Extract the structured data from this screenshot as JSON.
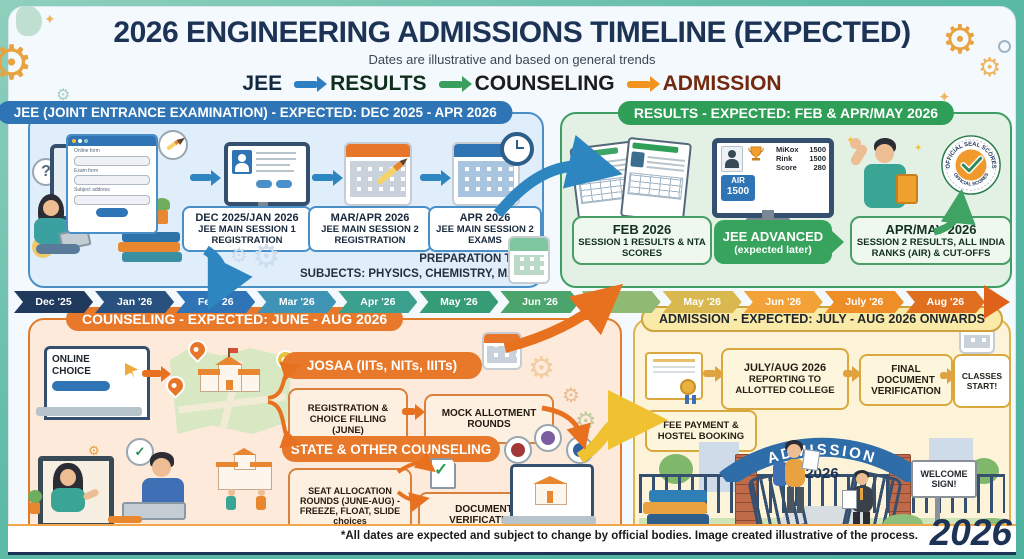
{
  "header": {
    "title": "2026 ENGINEERING ADMISSIONS TIMELINE (EXPECTED)",
    "subtitle": "Dates are illustrative and based on general trends",
    "flow": [
      {
        "label": "JEE",
        "color": "#13293f"
      },
      {
        "label": "RESULTS",
        "color": "#0f2e1c"
      },
      {
        "label": "COUNSELING",
        "color": "#1c1c1c"
      },
      {
        "label": "ADMISSION",
        "color": "#73290f"
      }
    ],
    "flow_arrow_colors": [
      "#2e7fc2",
      "#3a9e5f",
      "#f0941f"
    ]
  },
  "jee": {
    "banner": "JEE (JOINT ENTRANCE EXAMINATION) - EXPECTED: DEC 2025 - APR 2026",
    "form_fields": [
      "Online form",
      "Exam form",
      "Subject address"
    ],
    "steps": [
      {
        "date": "DEC 2025/JAN 2026",
        "label": "JEE MAIN SESSION 1 REGISTRATION"
      },
      {
        "date": "MAR/APR 2026",
        "label": "JEE MAIN SESSION 2 REGISTRATION"
      },
      {
        "date": "APR 2026",
        "label": "JEE MAIN SESSION 2 EXAMS"
      }
    ],
    "prep_title": "PREPARATION TIPS",
    "prep_subjects": "SUBJECTS: PHYSICS, CHEMISTRY, MATH",
    "accent": "#2f74b5"
  },
  "results": {
    "banner": "RESULTS - EXPECTED: FEB & APR/MAY 2026",
    "screen": {
      "air_label": "AIR",
      "air_value": "1500",
      "rows": [
        {
          "label": "MiKox",
          "value": "1500"
        },
        {
          "label": "Rink",
          "value": "1500"
        },
        {
          "label": "Score",
          "value": "280"
        }
      ]
    },
    "seal": {
      "top": "OFFICIAL SEAL SCORES",
      "bottom": "OFFICIAL SCORES"
    },
    "feb_box": {
      "date": "FEB 2026",
      "label": "SESSION 1 RESULTS & NTA SCORES"
    },
    "advanced_pill": {
      "title": "JEE ADVANCED",
      "sub": "(expected later)"
    },
    "apr_box": {
      "date": "APR/MAY 2026",
      "label": "SESSION 2 RESULTS, ALL INDIA RANKS (AIR) & CUT-OFFS"
    },
    "accent": "#2f9e57"
  },
  "timeline": {
    "segments": [
      {
        "label": "Dec '25",
        "color": "#1f3a5c"
      },
      {
        "label": "Jan '26",
        "color": "#28517f"
      },
      {
        "label": "Feb '26",
        "color": "#2e74b7"
      },
      {
        "label": "Mar '26",
        "color": "#3f93b5"
      },
      {
        "label": "Apr '26",
        "color": "#3ba08e"
      },
      {
        "label": "May '26",
        "color": "#369c76"
      },
      {
        "label": "Jun '26",
        "color": "#4aa46c"
      },
      {
        "label": "",
        "color": "#90ba73"
      },
      {
        "label": "May '26",
        "color": "#d9b94f"
      },
      {
        "label": "Jun '26",
        "color": "#f2a236"
      },
      {
        "label": "July '26",
        "color": "#ee8e27"
      },
      {
        "label": "Aug '26",
        "color": "#e0701f"
      }
    ]
  },
  "counseling": {
    "banner": "COUNSELING - EXPECTED: JUNE - AUG 2026",
    "online_choice": "ONLINE CHOICE",
    "josaa_pill": "JOSAA (IITs, NITs, IIITs)",
    "registration_box": "REGISTRATION & CHOICE FILLING (JUNE)",
    "mock_box": "MOCK ALLOTMENT ROUNDS",
    "state_pill": "STATE & OTHER COUNSELING",
    "seat_box": "SEAT ALLOCATION ROUNDS (JUNE-AUG) - FREEZE, FLOAT, SLIDE choices",
    "document_box": "DOCUMENT VERIFICATION",
    "accent": "#e8792a"
  },
  "admission": {
    "banner": "ADMISSION - EXPECTED: JULY - AUG 2026 ONWARDS",
    "reporting_box": {
      "date": "JULY/AUG 2026",
      "label": "REPORTING TO ALLOTTED COLLEGE"
    },
    "final_box": "FINAL DOCUMENT VERIFICATION",
    "classes_box": "CLASSES START!",
    "fee_box": "FEE PAYMENT & HOSTEL BOOKING",
    "arch": {
      "line1": "ADMISSION",
      "line2": "2026"
    },
    "welcome_sign": "WELCOME SIGN!",
    "accent": "#e8b23f"
  },
  "footer": {
    "disclaimer": "*All dates are expected and subject to change by official bodies. Image created illustrative of the process.",
    "year": "2026"
  },
  "palette": {
    "background": "#56b9a5",
    "panel_bg": "#f3f9fd",
    "navy": "#1d3356"
  }
}
